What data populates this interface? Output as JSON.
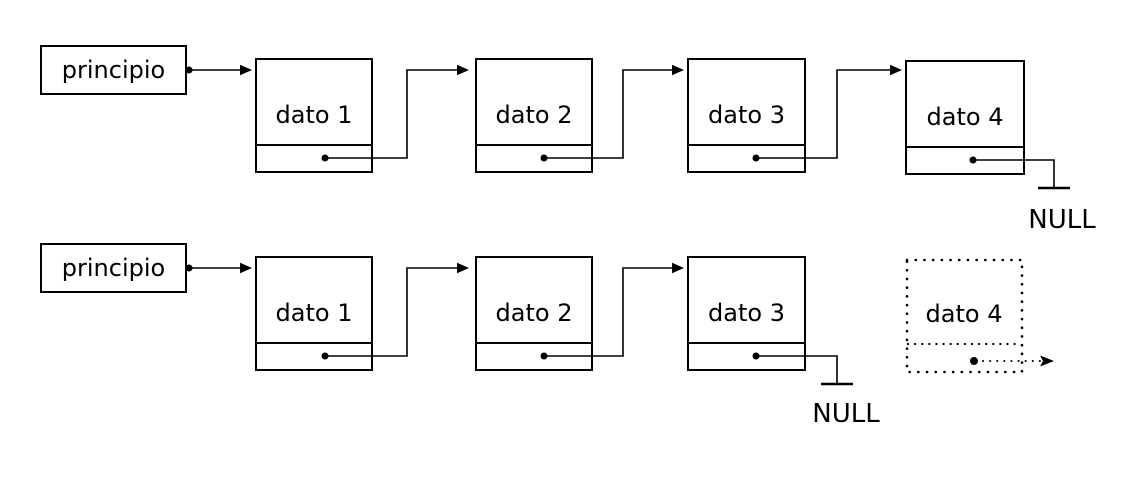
{
  "diagram": {
    "type": "singly-linked-list-node-deletion",
    "background": "#ffffff",
    "line_color": "#000000",
    "rows": [
      {
        "name": "list-before-removal",
        "head_label": "principio",
        "nodes": [
          {
            "label": "dato 1",
            "style": "solid"
          },
          {
            "label": "dato 2",
            "style": "solid"
          },
          {
            "label": "dato 3",
            "style": "solid"
          },
          {
            "label": "dato 4",
            "style": "solid"
          }
        ],
        "terminator_label": "NULL"
      },
      {
        "name": "list-after-removal",
        "head_label": "principio",
        "nodes": [
          {
            "label": "dato 1",
            "style": "solid"
          },
          {
            "label": "dato 2",
            "style": "solid"
          },
          {
            "label": "dato 3",
            "style": "solid"
          },
          {
            "label": "dato 4",
            "style": "dotted-removed"
          }
        ],
        "terminator_label": "NULL"
      }
    ]
  }
}
